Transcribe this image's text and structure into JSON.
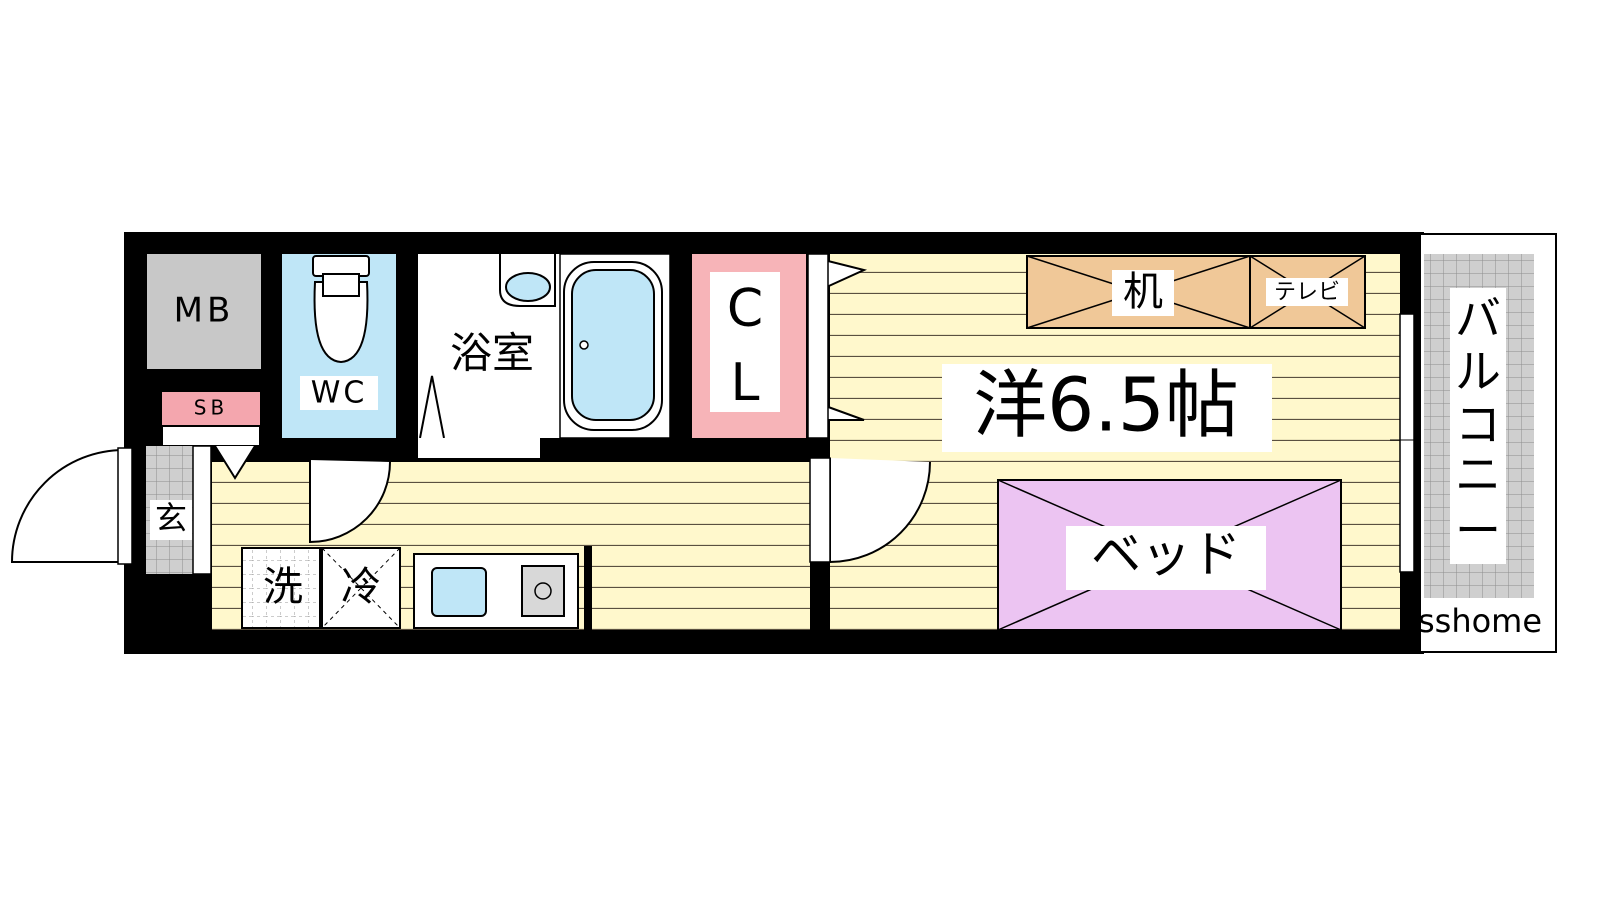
{
  "plan": {
    "room_main": "洋6.5帖",
    "meter_box": "MB",
    "shoe_box": "SB",
    "toilet": "WC",
    "bathroom": "浴室",
    "closet_c": "C",
    "closet_l": "L",
    "desk": "机",
    "tv": "テレビ",
    "bed": "ベッド",
    "balcony": [
      "バ",
      "ル",
      "コ",
      "ニ",
      "ー"
    ],
    "entrance": "玄",
    "washer": "洗",
    "fridge": "冷",
    "watermark": "sshome"
  },
  "colors": {
    "wall": "#000000",
    "floor": "#fff8cc",
    "floor_lines": "#5a5040",
    "meter_box": "#c8c8c8",
    "shoe_box": "#f4a6ae",
    "toilet": "#bfe6f7",
    "bath_tub": "#bfe6f7",
    "closet": "#f7b4b8",
    "desk": "#f0c898",
    "bed": "#ecc4f2",
    "balcony_tile": "#cfcfcf"
  }
}
